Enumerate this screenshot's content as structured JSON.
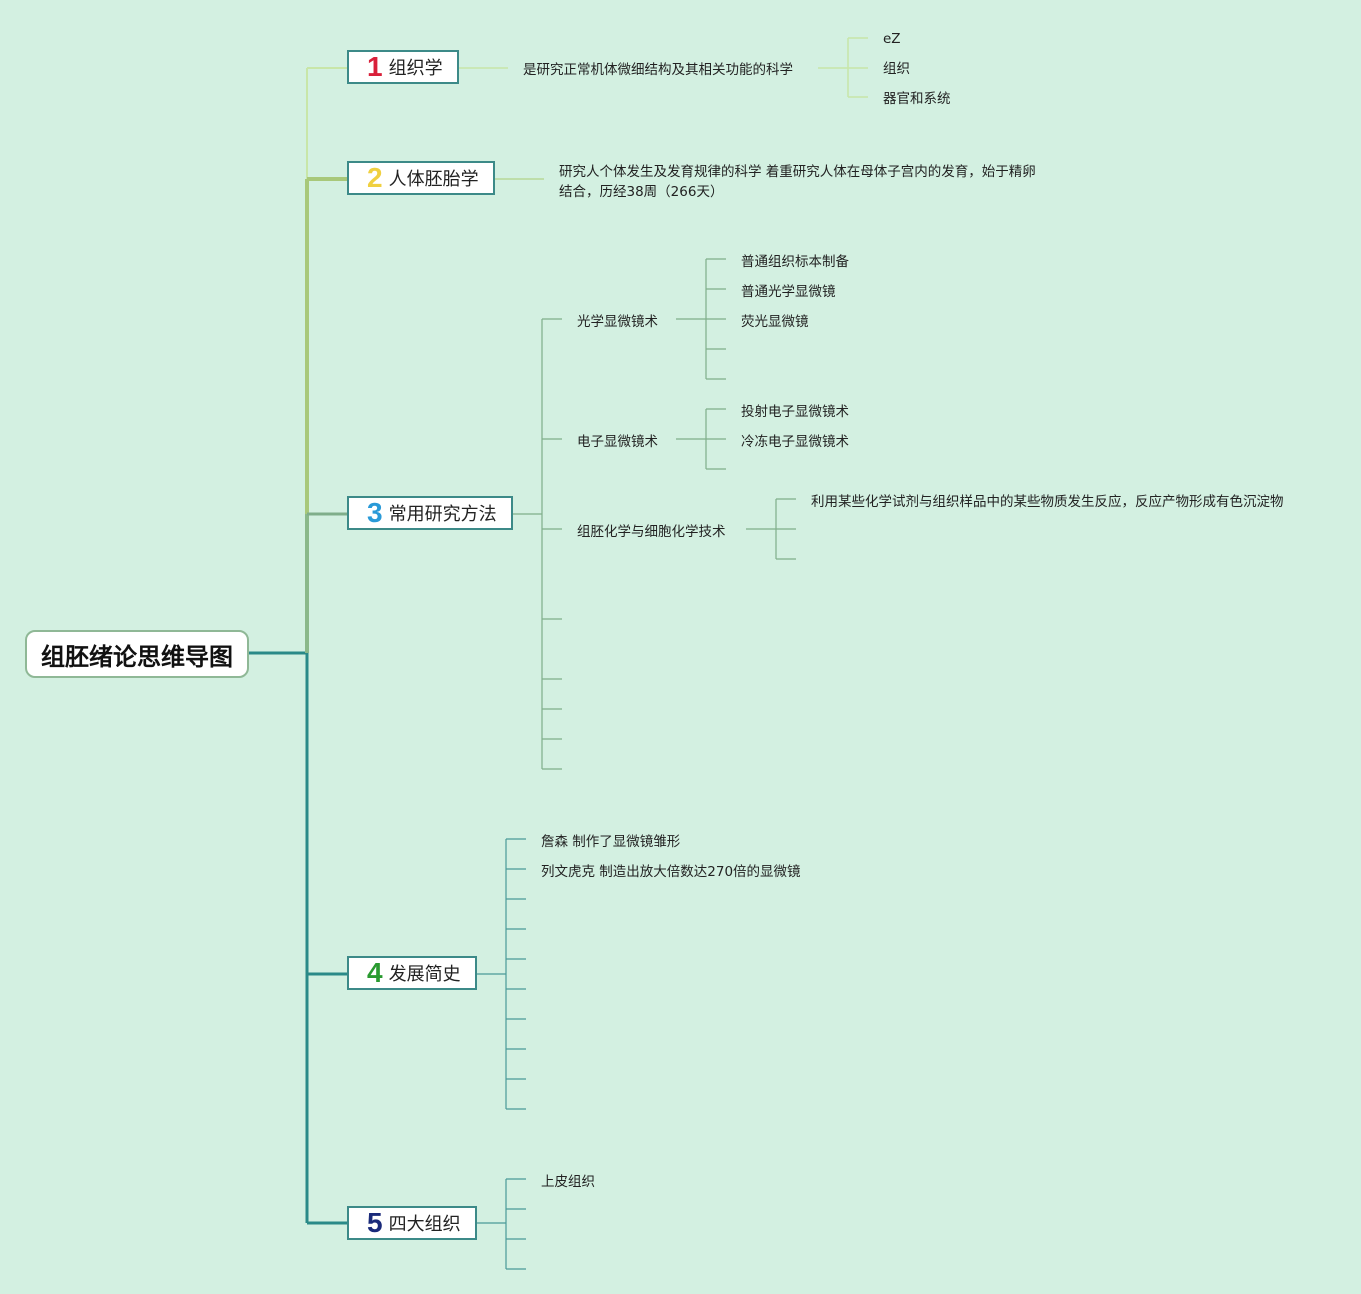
{
  "root": "组胚绪论思维导图",
  "topics": [
    {
      "num": "1",
      "label": "组织学",
      "color": "#d9203a"
    },
    {
      "num": "2",
      "label": "人体胚胎学",
      "color": "#f0d040"
    },
    {
      "num": "3",
      "label": "常用研究方法",
      "color": "#2a9ad8"
    },
    {
      "num": "4",
      "label": "发展简史",
      "color": "#2a9a30"
    },
    {
      "num": "5",
      "label": "四大组织",
      "color": "#1a2a7a"
    }
  ],
  "t1": {
    "desc": "是研究正常机体微细结构及其相关功能的科学",
    "levels": [
      "eZ",
      "组织",
      "器官和系统"
    ]
  },
  "t2": {
    "desc_line1": "研究人个体发生及发育规律的科学 着重研究人体在母体子宫内的发育，始于精卵",
    "desc_line2": "结合，历经38周（266天）"
  },
  "t3": {
    "optical": {
      "label": "光学显微镜术",
      "items": [
        "普通组织标本制备",
        "普通光学显微镜",
        "荧光显微镜"
      ]
    },
    "electron": {
      "label": "电子显微镜术",
      "items": [
        "投射电子显微镜术",
        "冷冻电子显微镜术"
      ]
    },
    "histochem": {
      "label": "组胚化学与细胞化学技术",
      "items": [
        "利用某些化学试剂与组织样品中的某些物质发生反应，反应产物形成有色沉淀物"
      ]
    }
  },
  "t4": {
    "items": [
      "詹森 制作了显微镜雏形",
      "列文虎克 制造出放大倍数达270倍的显微镜"
    ]
  },
  "t5": {
    "items": [
      "上皮组织"
    ]
  }
}
